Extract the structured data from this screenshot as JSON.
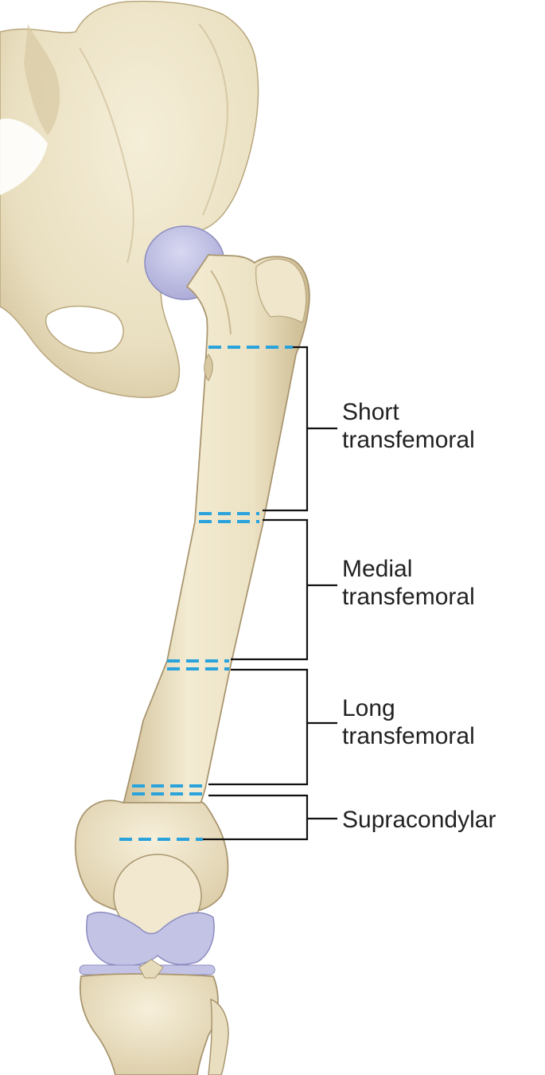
{
  "labels": {
    "short": {
      "line1": "Short",
      "line2": "transfemoral"
    },
    "medial": {
      "line1": "Medial",
      "line2": "transfemoral"
    },
    "long": {
      "line1": "Long",
      "line2": "transfemoral"
    },
    "supracondylar": {
      "line1": "Supracondylar"
    }
  },
  "colors": {
    "bone": "#ece2c4",
    "bone_shadow": "#c9b88f",
    "bone_outline": "#a99670",
    "cartilage": "#c3c3e6",
    "cut_line": "#2aa3dc",
    "bracket": "#111111",
    "text": "#222222"
  }
}
